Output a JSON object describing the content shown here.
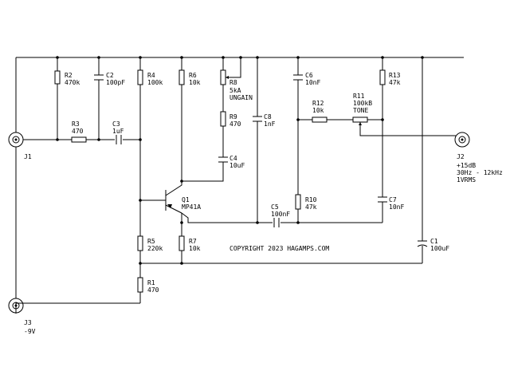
{
  "copyright": "COPYRIGHT 2023 HAGAMPS.COM",
  "connectors": {
    "j1": {
      "ref": "J1"
    },
    "j2": {
      "ref": "J2",
      "spec": [
        "+15dB",
        "30Hz - 12kHz",
        "1VRMS"
      ]
    },
    "j3": {
      "ref": "J3",
      "spec": [
        "-9V"
      ]
    }
  },
  "components": {
    "r1": {
      "ref": "R1",
      "value": "470"
    },
    "r2": {
      "ref": "R2",
      "value": "470k"
    },
    "r3": {
      "ref": "R3",
      "value": "470"
    },
    "r4": {
      "ref": "R4",
      "value": "100k"
    },
    "r5": {
      "ref": "R5",
      "value": "220k"
    },
    "r6": {
      "ref": "R6",
      "value": "10k"
    },
    "r7": {
      "ref": "R7",
      "value": "10k"
    },
    "r8": {
      "ref": "R8",
      "value": "5kA",
      "note": "UNGAIN"
    },
    "r9": {
      "ref": "R9",
      "value": "470"
    },
    "r10": {
      "ref": "R10",
      "value": "47k"
    },
    "r11": {
      "ref": "R11",
      "value": "100kB",
      "note": "TONE"
    },
    "r12": {
      "ref": "R12",
      "value": "10k"
    },
    "r13": {
      "ref": "R13",
      "value": "47k"
    },
    "c1": {
      "ref": "C1",
      "value": "100uF"
    },
    "c2": {
      "ref": "C2",
      "value": "100pF"
    },
    "c3": {
      "ref": "C3",
      "value": "1uF"
    },
    "c4": {
      "ref": "C4",
      "value": "10uF"
    },
    "c5": {
      "ref": "C5",
      "value": "100nF"
    },
    "c6": {
      "ref": "C6",
      "value": "10nF"
    },
    "c7": {
      "ref": "C7",
      "value": "10nF"
    },
    "c8": {
      "ref": "C8",
      "value": "1nF"
    },
    "q1": {
      "ref": "Q1",
      "value": "MP41A"
    }
  }
}
